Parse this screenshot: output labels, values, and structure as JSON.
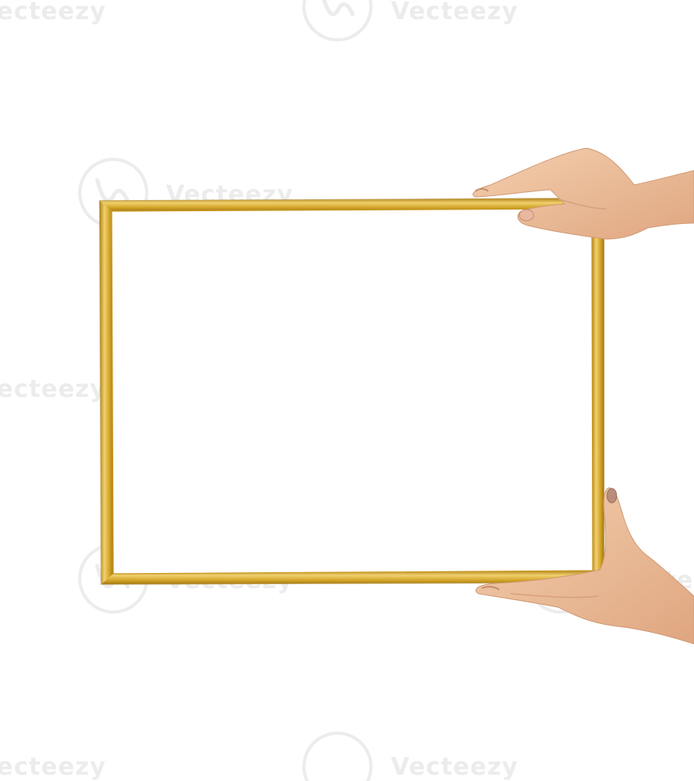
{
  "watermark": {
    "brand": "Vecteezy",
    "brand_partial_left": "ecteezy",
    "brand_partial_right": "Vecteezy",
    "icon": "vecteezy-logo-icon"
  },
  "colors": {
    "background": "#ffffff",
    "frame_gold": "#d4a62a",
    "frame_gold_light": "#efcf6c",
    "frame_gold_dark": "#a97d15",
    "skin": "#f0c6a2",
    "skin_shadow": "#dba27c",
    "watermark": "#ececec"
  },
  "scene": {
    "subject": "empty-gold-picture-frame",
    "hands": [
      "upper-right-hand",
      "lower-right-hand"
    ]
  }
}
